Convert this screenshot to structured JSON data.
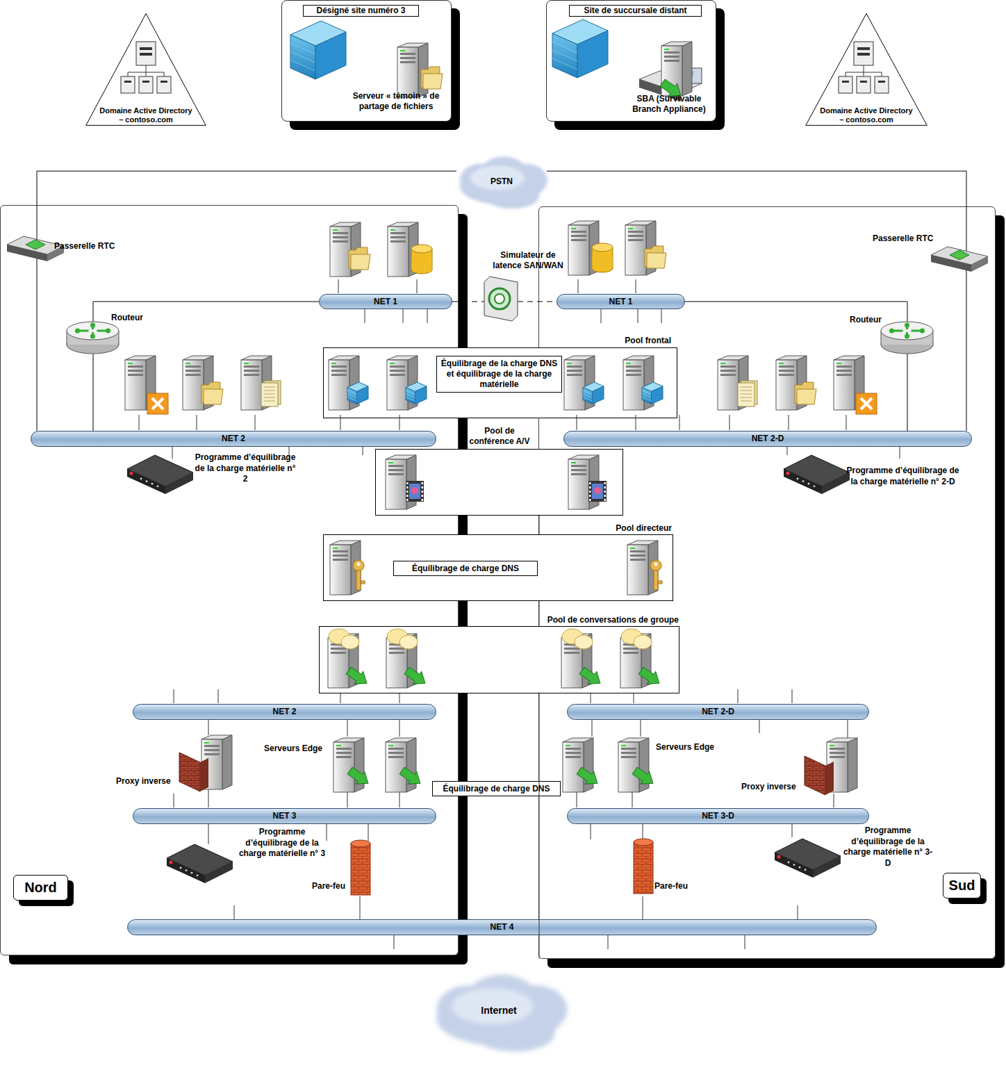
{
  "diagram": {
    "nodes": [
      {
        "text": [
          "Domaine Active Directory – contoso.com"
        ]
      },
      {
        "text": [
          "Désigné site numéro 3",
          "Serveur « témoin » de partage de fichiers"
        ]
      },
      {
        "text": [
          "Site de succursale distant",
          "SBA (Survivable Branch Appliance)"
        ]
      },
      {
        "text": [
          "Domaine Active Directory – contoso.com"
        ]
      },
      {
        "text": [
          "PSTN"
        ]
      },
      {
        "text": [
          "Nord"
        ]
      },
      {
        "text": [
          "Sud"
        ]
      },
      {
        "text": [
          "NET 1"
        ],
        "in": 5
      },
      {
        "text": [
          "NET 1"
        ],
        "in": 6
      },
      {
        "text": [
          "Simulateur de latence SAN/WAN"
        ]
      },
      {
        "text": [
          "Pool frontal"
        ]
      },
      {
        "text": [
          "Équilibrage de la charge DNS et équilibrage de la charge matérielle"
        ],
        "in": 10
      },
      {
        "text": [
          "NET 2"
        ],
        "in": 5
      },
      {
        "text": [
          "NET 2-D"
        ],
        "in": 6
      },
      {
        "text": [
          "Pool de conférence A/V"
        ]
      },
      {
        "text": [
          "Pool directeur"
        ]
      },
      {
        "text": [
          "Équilibrage de charge DNS"
        ],
        "in": 15
      },
      {
        "text": [
          "Pool de conversations de groupe"
        ]
      },
      {
        "text": [
          "NET 2"
        ],
        "in": 5
      },
      {
        "text": [
          "NET 2-D"
        ],
        "in": 6
      },
      {
        "text": [
          "NET 3"
        ],
        "in": 5
      },
      {
        "text": [
          "NET 3-D"
        ],
        "in": 6
      },
      {
        "text": [
          "Équilibrage de charge DNS"
        ]
      },
      {
        "text": [
          "NET 4"
        ]
      },
      {
        "text": [
          "Internet"
        ]
      }
    ],
    "edges": [
      {
        "from": 4,
        "to": 12,
        "arrow": "none"
      },
      {
        "from": 4,
        "to": 13,
        "arrow": "none"
      },
      {
        "from": 7,
        "to": 12,
        "arrow": "none"
      },
      {
        "from": 8,
        "to": 13,
        "arrow": "none"
      },
      {
        "from": 7,
        "to": 9,
        "arrow": "none"
      },
      {
        "from": 9,
        "to": 8,
        "arrow": "none"
      }
    ],
    "labels": [
      "Passerelle RTC",
      "Routeur",
      "Programme d’équilibrage de la charge matérielle n° 2",
      "Passerelle RTC",
      "Routeur",
      "Programme d’équilibrage de la charge matérielle n° 2-D",
      "Serveurs Edge",
      "Proxy inverse",
      "Programme d’équilibrage de la charge matérielle n° 3",
      "Pare-feu",
      "Serveurs Edge",
      "Proxy inverse",
      "Programme d’équilibrage de la charge matérielle n° 3-D",
      "Pare-feu"
    ]
  }
}
